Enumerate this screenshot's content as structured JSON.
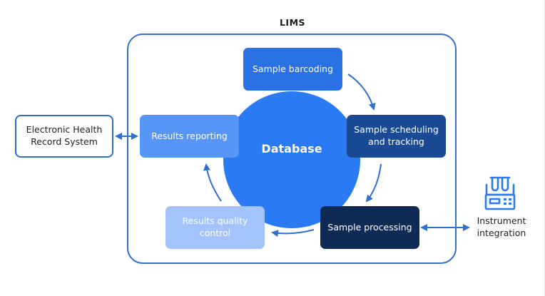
{
  "diagram": {
    "title": "LIMS",
    "center": {
      "label": "Database"
    },
    "cycle_nodes": [
      {
        "id": "barcoding",
        "label": "Sample barcoding",
        "color": "#2a72e3"
      },
      {
        "id": "scheduling",
        "label": "Sample scheduling and tracking",
        "color": "#1b4a94"
      },
      {
        "id": "processing",
        "label": "Sample processing",
        "color": "#0f2a54"
      },
      {
        "id": "qc",
        "label": "Results quality control",
        "color": "#a2c4fb"
      },
      {
        "id": "reporting",
        "label": "Results reporting",
        "color": "#5596f7"
      }
    ],
    "external": {
      "ehr": {
        "label": "Electronic Health Record System"
      },
      "instrument": {
        "label": "Instrument integration",
        "icon": "lab-instrument-icon"
      }
    },
    "colors": {
      "frame": "#2f6fce",
      "database": "#2a7af3",
      "arrow": "#2f6fce"
    }
  }
}
